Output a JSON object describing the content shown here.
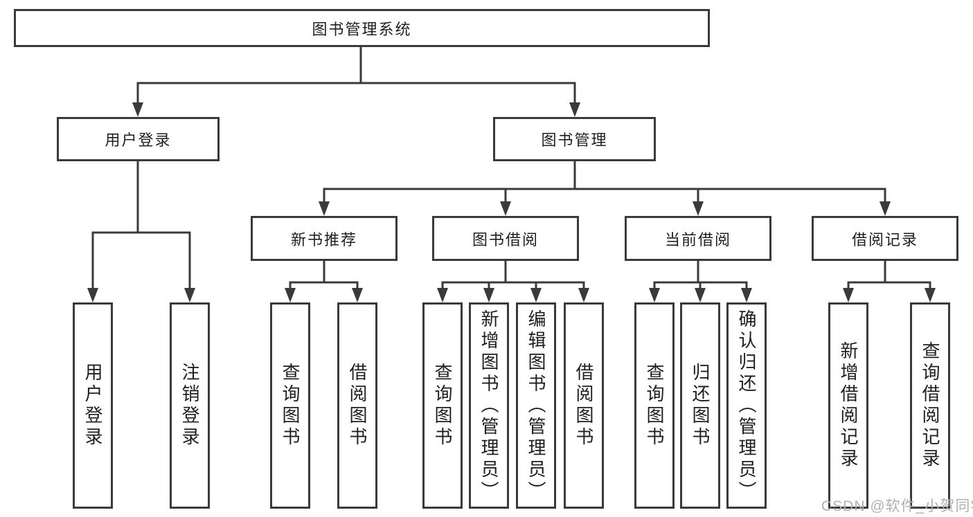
{
  "diagram": {
    "type": "hierarchy-tree",
    "root": {
      "label": "图书管理系统",
      "children": [
        {
          "label": "用户登录",
          "children": [
            {
              "label": "用户登录"
            },
            {
              "label": "注销登录"
            }
          ]
        },
        {
          "label": "图书管理",
          "children": [
            {
              "label": "新书推荐",
              "children": [
                {
                  "label": "查询图书"
                },
                {
                  "label": "借阅图书"
                }
              ]
            },
            {
              "label": "图书借阅",
              "children": [
                {
                  "label": "查询图书"
                },
                {
                  "label": "新增图书（管理员）"
                },
                {
                  "label": "编辑图书（管理员）"
                },
                {
                  "label": "借阅图书"
                }
              ]
            },
            {
              "label": "当前借阅",
              "children": [
                {
                  "label": "查询图书"
                },
                {
                  "label": "归还图书"
                },
                {
                  "label": "确认归还（管理员）"
                }
              ]
            },
            {
              "label": "借阅记录",
              "children": [
                {
                  "label": "新增借阅记录"
                },
                {
                  "label": "查询借阅记录"
                }
              ]
            }
          ]
        }
      ]
    }
  },
  "watermark": {
    "text": "CSDN @软件_小贺同学",
    "color": "#b0b0b0"
  },
  "colors": {
    "stroke": "#3a3a3a",
    "text": "#1f1f1f",
    "background": "#ffffff"
  }
}
